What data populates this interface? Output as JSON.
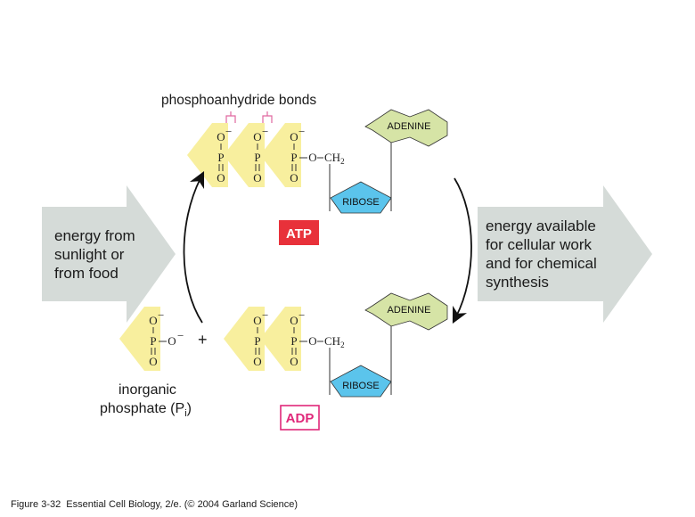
{
  "diagram": {
    "title_label": "phosphoanhydride bonds",
    "left_arrow": {
      "lines": [
        "energy from",
        "sunlight or",
        "from food"
      ]
    },
    "right_arrow": {
      "lines": [
        "energy available",
        "for cellular work",
        "and for chemical",
        "synthesis"
      ]
    },
    "atp": {
      "label": "ATP",
      "phosphate_count": 3,
      "base_label": "ADENINE",
      "sugar_label": "RIBOSE",
      "ch2_label": "CH",
      "ch2_sub": "2"
    },
    "adp": {
      "label": "ADP",
      "phosphate_count": 2,
      "base_label": "ADENINE",
      "sugar_label": "RIBOSE",
      "ch2_label": "CH",
      "ch2_sub": "2"
    },
    "pi": {
      "label_line1": "inorganic",
      "label_line2": "phosphate (P",
      "label_sub": "i",
      "label_close": ")"
    },
    "plus_sign": "+",
    "atoms": {
      "O": "O",
      "P": "P",
      "minus": "−",
      "dash": "–"
    },
    "colors": {
      "phosphate_fill": "#f8ef9e",
      "adenine_fill": "#d6e4a6",
      "ribose_fill": "#5bc4ec",
      "arrow_fill": "#d5dbd8",
      "atp_badge": "#e8313a",
      "adp_badge": "#e0287a",
      "bond_marker": "#e0679f"
    }
  },
  "caption": {
    "figure": "Figure 3-32",
    "source": "Essential Cell Biology, 2/e. (© 2004 Garland Science)"
  }
}
